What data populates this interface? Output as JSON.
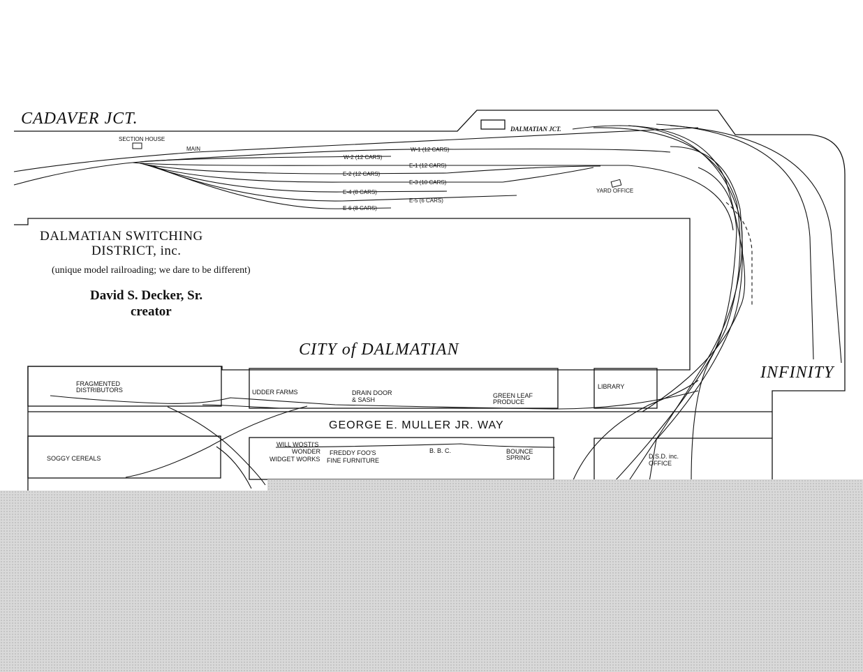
{
  "places": {
    "cadaver_jct": "CADAVER JCT.",
    "dalmatian_jct": "DALMATIAN JCT.",
    "infinity": "INFINITY",
    "city": "CITY of DALMATIAN",
    "street": "GEORGE E. MULLER JR. WAY"
  },
  "title_block": {
    "line1": "DALMATIAN SWITCHING",
    "line2": "DISTRICT, inc.",
    "tagline": "(unique model railroading; we dare to be different)",
    "creator_name": "David S. Decker, Sr.",
    "creator_role": "creator"
  },
  "yard": {
    "main": "MAIN",
    "section_house": "SECTION HOUSE",
    "yard_office": "YARD OFFICE",
    "tracks": [
      "W-1 (12 CARS)",
      "W-2 (12 CARS)",
      "E-1 (12 CARS)",
      "E-2 (12 CARS)",
      "E-3 (10 CARS)",
      "E-4 (8 CARS)",
      "E-5 (6 CARS)",
      "E-6 (8 CARS)"
    ]
  },
  "industries": {
    "fragmented": [
      "FRAGMENTED",
      "DISTRIBUTORS"
    ],
    "udder_farms": "UDDER FARMS",
    "drain_door": [
      "DRAIN DOOR",
      "& SASH"
    ],
    "green_leaf": [
      "GREEN LEAF",
      "PRODUCE"
    ],
    "library": "LIBRARY",
    "soggy_cereals": "SOGGY CEREALS",
    "will_wosti": [
      "WILL WOSTI'S",
      "WONDER",
      "WIDGET WORKS"
    ],
    "freddy_foo": [
      "FREDDY FOO'S",
      "FINE FURNITURE"
    ],
    "bbc": "B. B. C.",
    "bounce_spring": [
      "BOUNCE",
      "SPRING"
    ],
    "dsd_office": [
      "D.S.D. inc.",
      "OFFICE"
    ]
  }
}
